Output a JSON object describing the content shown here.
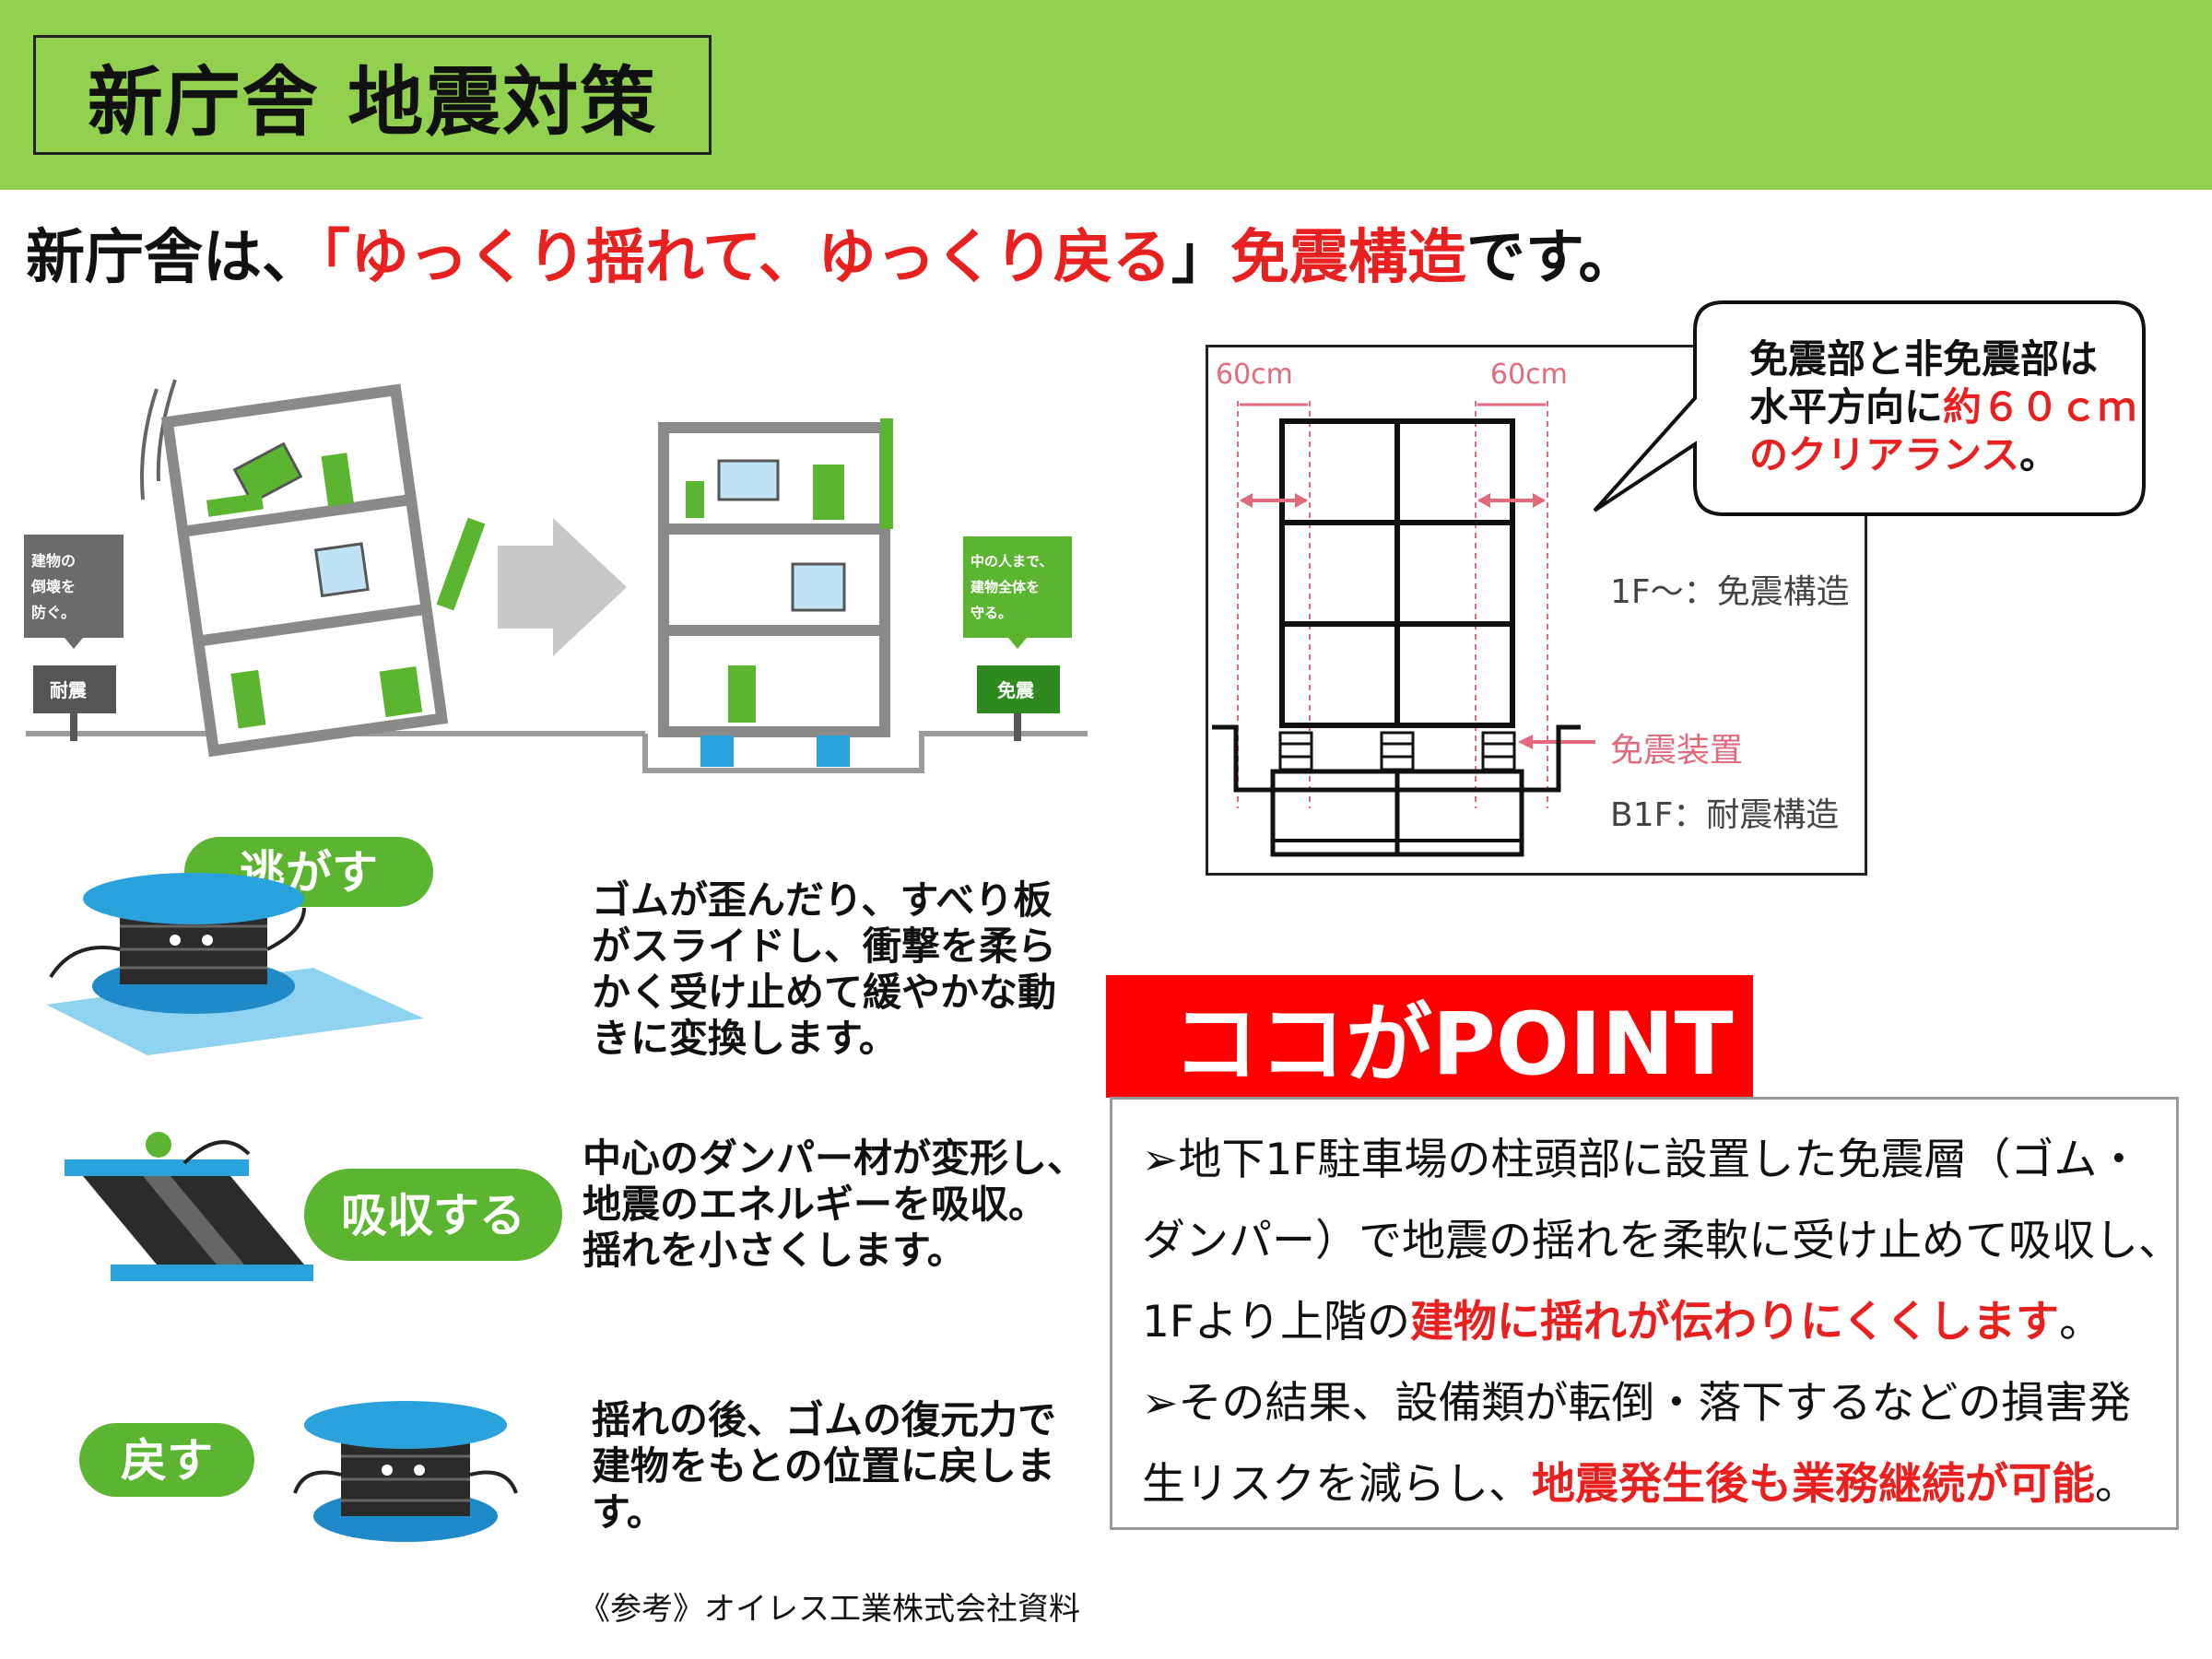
{
  "header": {
    "title": "新庁舎 地震対策",
    "bg_color": "#92d050"
  },
  "subtitle": {
    "pre": "新庁舎は、",
    "open": "「",
    "red1": "ゆっくり揺れて、ゆっくり戻る",
    "close": "」",
    "red2": "免震構造",
    "post": "です。"
  },
  "illustration": {
    "sign_left": [
      "建物の",
      "倒壊を",
      "防ぐ。"
    ],
    "sign_left_post": "耐震",
    "sign_right": [
      "中の人まで、",
      "建物全体を",
      "守る。"
    ],
    "sign_right_post": "免震"
  },
  "diagram": {
    "left_dim": "60cm",
    "right_dim": "60cm",
    "label_1f": "1F～：免震構造",
    "label_device": "免震装置",
    "label_b1f": "B1F：耐震構造"
  },
  "callout": {
    "line1": "免震部と非免震部は",
    "line2_pre": "水平方向に",
    "line2_red": "約６０ｃｍ",
    "line3_red": "のクリアランス",
    "line3_post": "。"
  },
  "steps": [
    {
      "badge": "逃がす",
      "lines": [
        "ゴムが歪んだり、すべり板",
        "がスライドし、衝撃を柔ら",
        "かく受け止めて緩やかな動",
        "きに変換します。"
      ]
    },
    {
      "badge": "吸収する",
      "lines": [
        "中心のダンパー材が変形し、",
        "地震のエネルギーを吸収。",
        "揺れを小さくします。"
      ]
    },
    {
      "badge": "戻す",
      "lines": [
        "揺れの後、ゴムの復元力で",
        "建物をもとの位置に戻しま",
        "す。"
      ]
    }
  ],
  "credit": "《参考》オイレス工業株式会社資料",
  "point": {
    "heading": "ココがPOINT",
    "l1": "➢地下1F駐車場の柱頭部に設置した免震層（ゴム・",
    "l2": "ダンパー）で地震の揺れを柔軟に受け止めて吸収し、",
    "l3_pre": "1Fより上階の",
    "l3_red": "建物に揺れが伝わりにくくします",
    "l3_post": "。",
    "l4": "➢その結果、設備類が転倒・落下するなどの損害発",
    "l5_pre": "生リスクを減らし、",
    "l5_red": "地震発生後も業務継続が可能",
    "l5_post": "。"
  },
  "colors": {
    "accent_red": "#e8201f",
    "badge_green": "#5cb531",
    "bearing_blue": "#2aa3dc"
  }
}
